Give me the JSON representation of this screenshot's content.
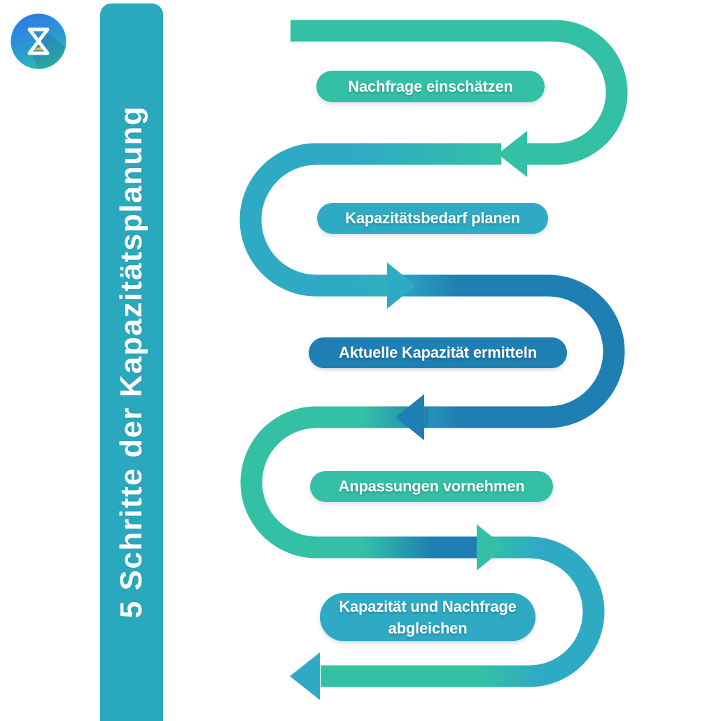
{
  "banner": {
    "title": "5 Schritte der Kapazitätsplanung"
  },
  "steps": [
    {
      "label": "Nachfrage einschätzen",
      "color": "green"
    },
    {
      "label": "Kapazitätsbedarf planen",
      "color": "teal"
    },
    {
      "label": "Aktuelle Kapazität ermitteln",
      "color": "blue"
    },
    {
      "label": "Anpassungen vornehmen",
      "color": "green"
    },
    {
      "label": "Kapazität und Nachfrage abgleichen",
      "color": "teal"
    }
  ],
  "logo": {
    "icon": "hourglass-icon"
  },
  "colors": {
    "green": "#33C0A5",
    "teal": "#2FAAC4",
    "blue": "#1F7FB2",
    "banner": "#2AA8BD",
    "logo-blue": "#2E78E6",
    "logo-teal": "#2FBFA2",
    "sand": "#F6C51E",
    "text": "#FFFFFF"
  }
}
